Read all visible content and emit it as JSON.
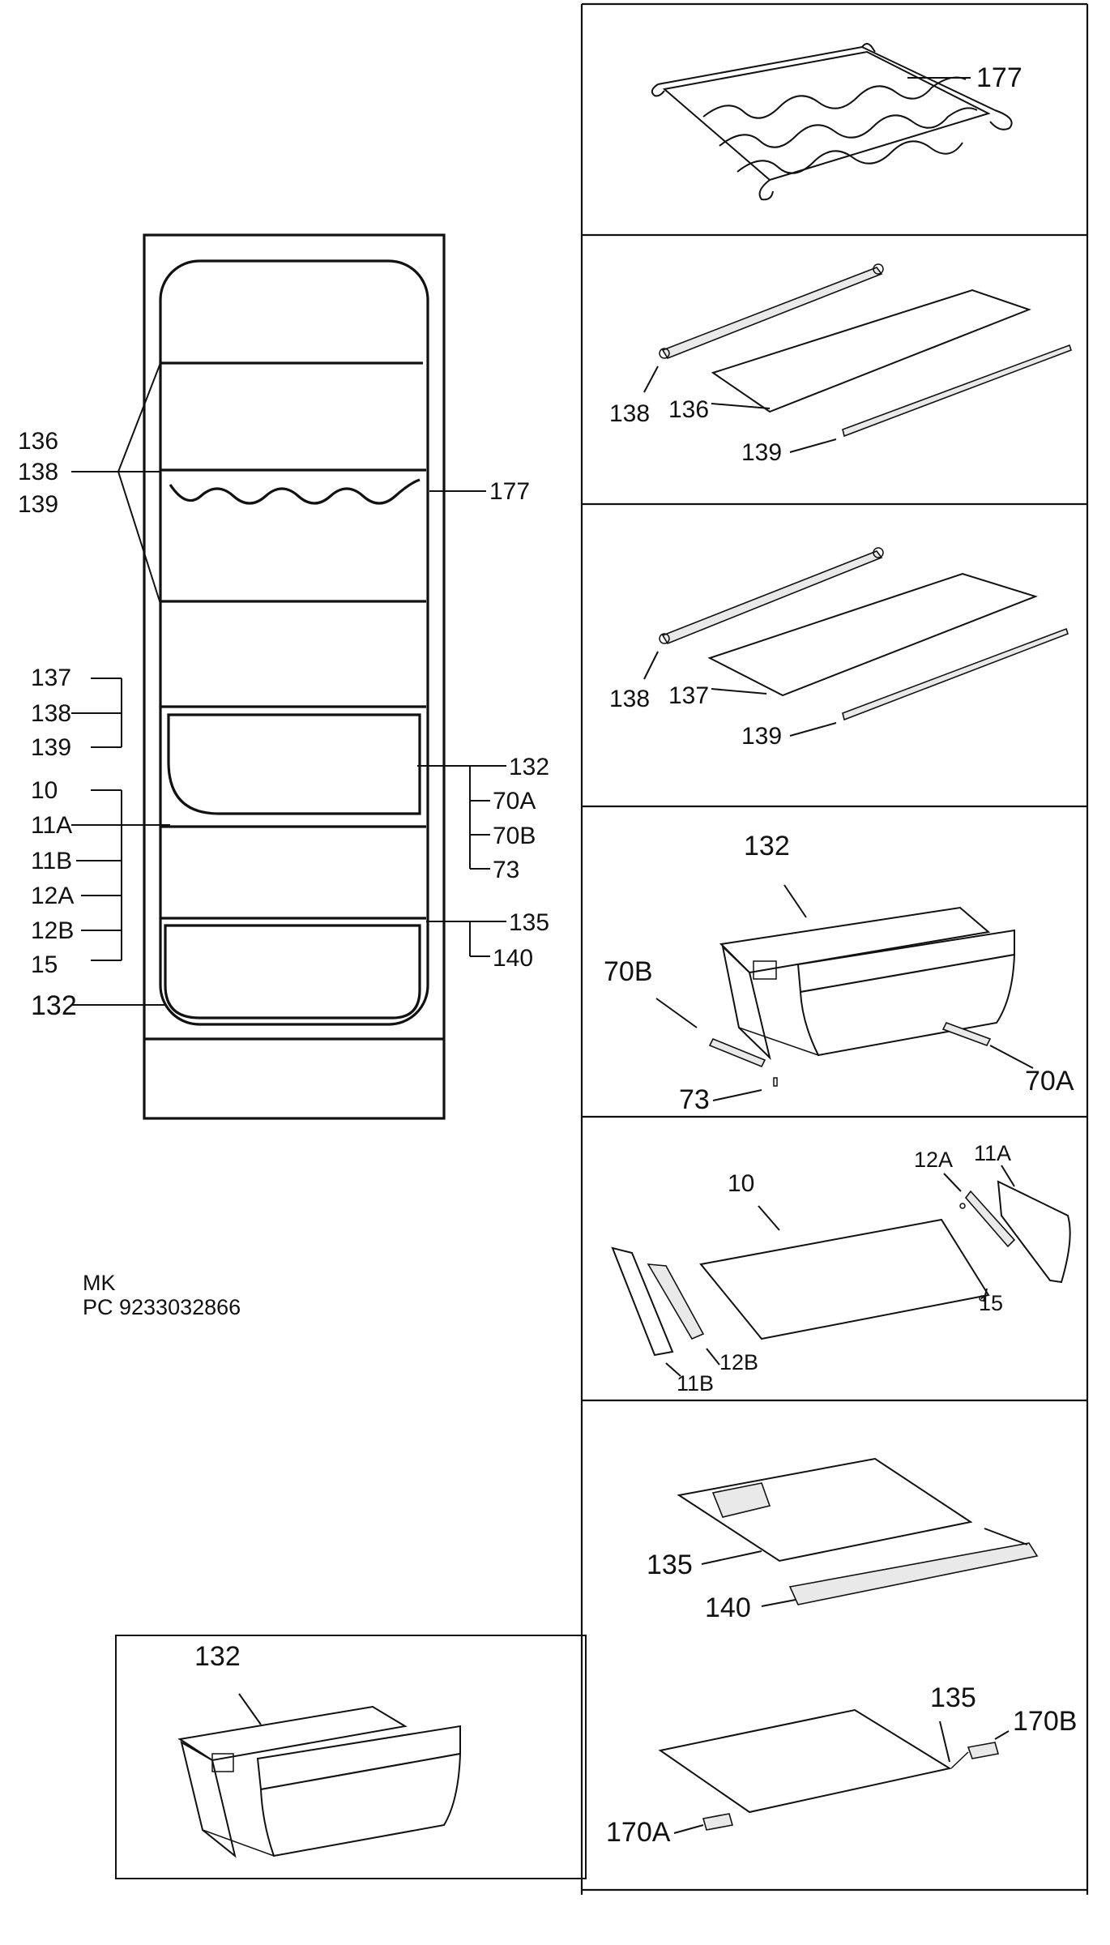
{
  "overview": {
    "labels_left": [
      "136",
      "138",
      "139",
      "137",
      "138",
      "139",
      "10",
      "11A",
      "11B",
      "12A",
      "12B",
      "15",
      "132"
    ],
    "labels_right": [
      "177",
      "132",
      "70A",
      "70B",
      "73",
      "135",
      "140"
    ]
  },
  "model": {
    "line1": "MK",
    "line2": "PC 9233032866"
  },
  "panels": {
    "wine_rack": {
      "label": "177"
    },
    "shelf_upper": {
      "bracket": "138",
      "glass": "136",
      "trim": "139"
    },
    "shelf_lower": {
      "bracket": "138",
      "glass": "137",
      "trim": "139"
    },
    "drawer_rails": {
      "drawer": "132",
      "rail_left": "70B",
      "rail_right": "70A",
      "screw": "73"
    },
    "crisper_cover": {
      "glass": "10",
      "screw_a": "12A",
      "support_a": "11A",
      "screw_pin": "15",
      "slide_b": "12B",
      "support_b": "11B"
    },
    "bottom_glass": {
      "glass": "135",
      "front": "140"
    },
    "bottom_glass_b": {
      "glass": "135",
      "clip_b": "170B",
      "clip_a": "170A"
    },
    "standalone_drawer": {
      "drawer": "132"
    }
  }
}
